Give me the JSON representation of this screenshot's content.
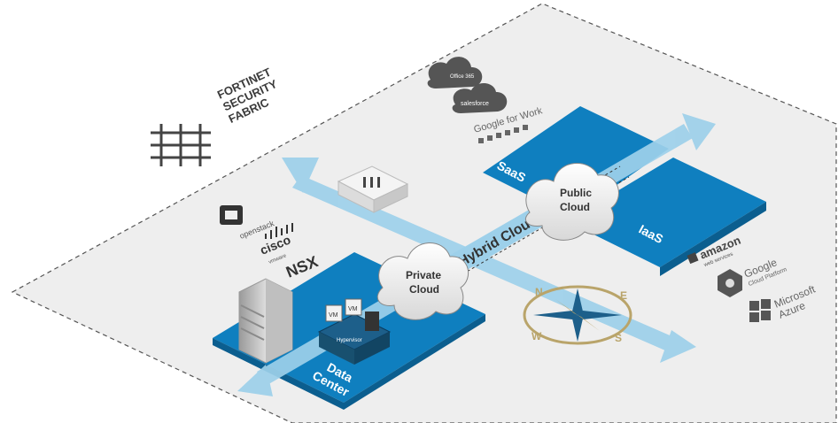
{
  "brand": {
    "line1": "FORTINET",
    "line2": "SECURITY",
    "line3": "FABRIC"
  },
  "zones": {
    "data_center_1": "Data",
    "data_center_2": "Center",
    "saas": "SaaS",
    "iaas": "IaaS",
    "private_cloud_1": "Private",
    "private_cloud_2": "Cloud",
    "public_cloud_1": "Public",
    "public_cloud_2": "Cloud",
    "hybrid_cloud": "Hybrid Cloud"
  },
  "vendors": {
    "office365": "Office 365",
    "salesforce": "salesforce",
    "google_work": "Google for Work",
    "openstack": "openstack",
    "cisco": "cisco",
    "vmware_small": "vmware",
    "nsx": "NSX",
    "amazon": "amazon",
    "amazon_sub": "web services",
    "google_cloud_1": "Google",
    "google_cloud_2": "Cloud Platform",
    "ms_1": "Microsoft",
    "ms_2": "Azure",
    "vm1": "VM",
    "vm2": "VM",
    "hypervisor": "Hypervisor"
  },
  "compass": {
    "n": "N",
    "e": "E",
    "s": "S",
    "w": "W"
  },
  "colors": {
    "platform_blue": "#0f7fbf",
    "platform_dark": "#0b5e8f",
    "arrow_blue": "#9dd0ea",
    "grey_area": "#eeeeee",
    "compass_gold": "#b9a46a"
  }
}
